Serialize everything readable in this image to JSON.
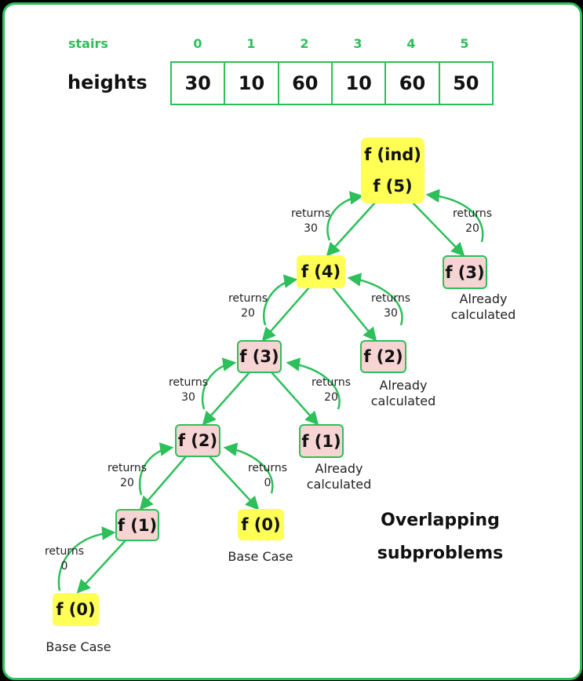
{
  "header": {
    "stairs_label": "stairs",
    "heights_label": "heights"
  },
  "array": {
    "indices": [
      "0",
      "1",
      "2",
      "3",
      "4",
      "5"
    ],
    "heights": [
      "30",
      "10",
      "60",
      "10",
      "60",
      "50"
    ]
  },
  "tree": {
    "root_label_top": "f (ind)",
    "root_label_bottom": "f (5)",
    "nodes": [
      {
        "label": "f (4)",
        "color": "yellow"
      },
      {
        "label": "f (3)",
        "color": "pink"
      },
      {
        "label": "f (3)",
        "color": "pink"
      },
      {
        "label": "f (2)",
        "color": "pink"
      },
      {
        "label": "f (2)",
        "color": "pink"
      },
      {
        "label": "f (1)",
        "color": "pink"
      },
      {
        "label": "f (1)",
        "color": "pink"
      },
      {
        "label": "f (0)",
        "color": "yellow"
      },
      {
        "label": "f (0)",
        "color": "yellow"
      }
    ],
    "returns": [
      {
        "word": "returns",
        "value": "30"
      },
      {
        "word": "returns",
        "value": "20"
      },
      {
        "word": "returns",
        "value": "20"
      },
      {
        "word": "returns",
        "value": "30"
      },
      {
        "word": "returns",
        "value": "30"
      },
      {
        "word": "returns",
        "value": "20"
      },
      {
        "word": "returns",
        "value": "20"
      },
      {
        "word": "returns",
        "value": "0"
      },
      {
        "word": "returns",
        "value": "0"
      }
    ],
    "notes": {
      "already_calculated": "Already\ncalculated",
      "base_case": "Base Case"
    }
  },
  "caption": {
    "line1": "Overlapping",
    "line2": "subproblems"
  },
  "colors": {
    "accent": "#2dbf5a",
    "yellow": "#ffff55",
    "pink": "#f7d4d4"
  }
}
